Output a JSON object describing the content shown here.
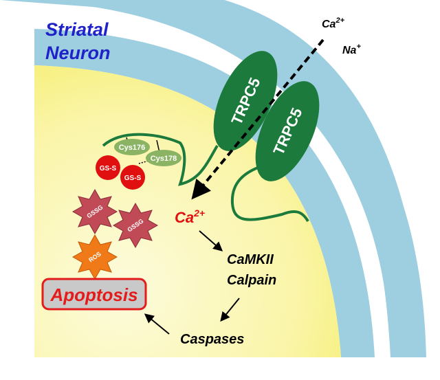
{
  "labels": {
    "cell_title_line1": "Striatal",
    "cell_title_line2": "Neuron",
    "ion_calcium": "Ca",
    "ion_calcium_charge": "2+",
    "ion_sodium": "Na",
    "ion_sodium_charge": "+",
    "channel_1": "TRPC5",
    "channel_2": "TRPC5",
    "cysteine_1": "Cys176",
    "cysteine_2": "Cys178",
    "glutathione_1": "GS-S",
    "glutathione_2": "GS-S",
    "gssg_1": "GSSG",
    "gssg_2": "GSSG",
    "ros": "ROS",
    "intracellular_ca": "Ca",
    "intracellular_ca_charge": "2+",
    "kinase_1": "CaMKII",
    "kinase_2": "Calpain",
    "caspases": "Caspases",
    "outcome": "Apoptosis"
  },
  "colors": {
    "membrane": "#9ecfe0",
    "cytoplasm_center": "#fbf8c6",
    "cytoplasm_edge": "#f6ef6a",
    "channel": "#1b7a3c",
    "cysteine": "#8ab464",
    "glutathione": "#e01010",
    "gssg": "#c04a55",
    "ros": "#f07a18",
    "apoptosis_box": "#c9c9c9",
    "apoptosis_text": "#e31b1b",
    "title_blue": "#1e22c8"
  },
  "icons": {
    "gssg_shape": "star-burst",
    "ros_shape": "star-burst",
    "glutathione_shape": "circle",
    "cysteine_shape": "ellipse"
  }
}
